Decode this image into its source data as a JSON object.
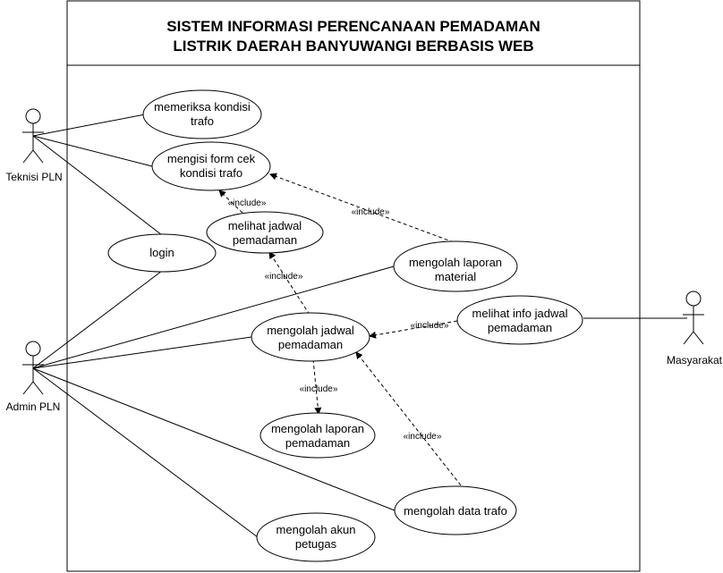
{
  "diagram": {
    "title_line1": "SISTEM INFORMASI PERENCANAAN PEMADAMAN",
    "title_line2": "LISTRIK DAERAH BANYUWANGI BERBASIS WEB",
    "include_label": "«include»",
    "colors": {
      "stroke": "#000000",
      "background": "#ffffff"
    },
    "actors": {
      "teknisi": "Teknisi PLN",
      "admin": "Admin PLN",
      "masyarakat": "Masyarakat"
    },
    "use_cases": {
      "memeriksa": [
        "memeriksa kondisi",
        "trafo"
      ],
      "mengisi": [
        "mengisi form cek",
        "kondisi trafo"
      ],
      "melihat_jadwal": [
        "melihat jadwal",
        "pemadaman"
      ],
      "login": [
        "login"
      ],
      "laporan_material": [
        "mengolah laporan",
        "material"
      ],
      "info_jadwal": [
        "melihat info jadwal",
        "pemadaman"
      ],
      "jadwal": [
        "mengolah jadwal",
        "pemadaman"
      ],
      "laporan_pemadaman": [
        "mengolah laporan",
        "pemadaman"
      ],
      "data_trafo": [
        "mengolah data trafo"
      ],
      "akun_petugas": [
        "mengolah akun",
        "petugas"
      ]
    }
  }
}
